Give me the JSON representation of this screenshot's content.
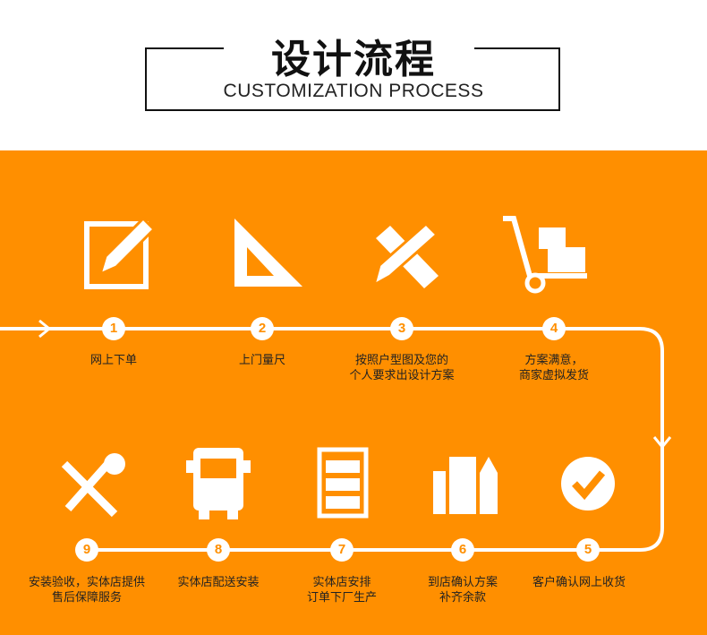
{
  "header": {
    "title": "设计流程",
    "subtitle": "CUSTOMIZATION PROCESS"
  },
  "colors": {
    "accent": "#ff8f00"
  },
  "steps": [
    {
      "num": "1",
      "line1": "网上下单",
      "line2": "",
      "icon": "edit-icon"
    },
    {
      "num": "2",
      "line1": "上门量尺",
      "line2": "",
      "icon": "triangle-ruler-icon"
    },
    {
      "num": "3",
      "line1": "按照户型图及您的",
      "line2": "个人要求出设计方案",
      "icon": "pencil-ruler-icon"
    },
    {
      "num": "4",
      "line1": "方案满意，",
      "line2": "商家虚拟发货",
      "icon": "hand-truck-icon"
    },
    {
      "num": "5",
      "line1": "客户确认网上收货",
      "line2": "",
      "icon": "checkmark-icon"
    },
    {
      "num": "6",
      "line1": "到店确认方案",
      "line2": "补齐余款",
      "icon": "buildings-icon"
    },
    {
      "num": "7",
      "line1": "实体店安排",
      "line2": "订单下厂生产",
      "icon": "cabinet-icon"
    },
    {
      "num": "8",
      "line1": "实体店配送安装",
      "line2": "",
      "icon": "truck-icon"
    },
    {
      "num": "9",
      "line1": "安装验收，实体店提供",
      "line2": "售后保障服务",
      "icon": "tools-icon"
    }
  ]
}
